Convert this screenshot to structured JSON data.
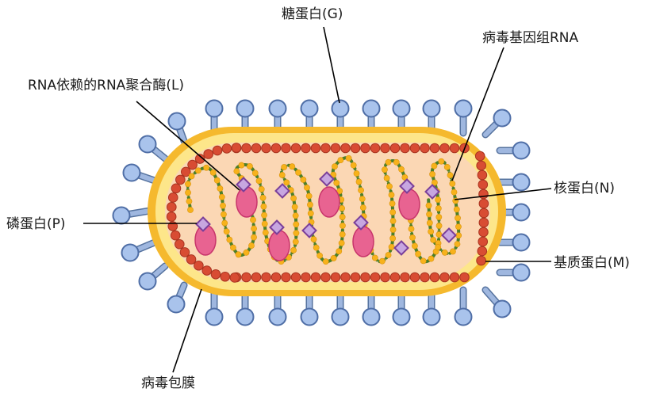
{
  "labels": {
    "glycoprotein": "糖蛋白(G)",
    "genome": "病毒基因组RNA",
    "polymerase": "RNA依赖的RNA聚合酶(L)",
    "nucleoprotein": "核蛋白(N)",
    "phosphoprotein": "磷蛋白(P)",
    "matrix": "基质蛋白(M)",
    "envelope": "病毒包膜"
  },
  "colors": {
    "envelope_outer": "#f5b92e",
    "envelope_inner": "#fde68a",
    "interior": "#fbd7b4",
    "matrix_bead": "#d84c33",
    "matrix_bead_stroke": "#a93420",
    "nucleoprotein_bead": "#f7b21b",
    "rna_strand": "#4b7f2a",
    "polymerase_fill": "#e86391",
    "polymerase_stroke": "#c7356b",
    "phospho_fill": "#c7a6e0",
    "phospho_stroke": "#7a3f9a",
    "spike_stem": "#9fb7df",
    "spike_stem_stroke": "#56739f",
    "spike_head": "#a9c3ec",
    "spike_head_stroke": "#4f6ea6",
    "leader_line": "#000000"
  }
}
